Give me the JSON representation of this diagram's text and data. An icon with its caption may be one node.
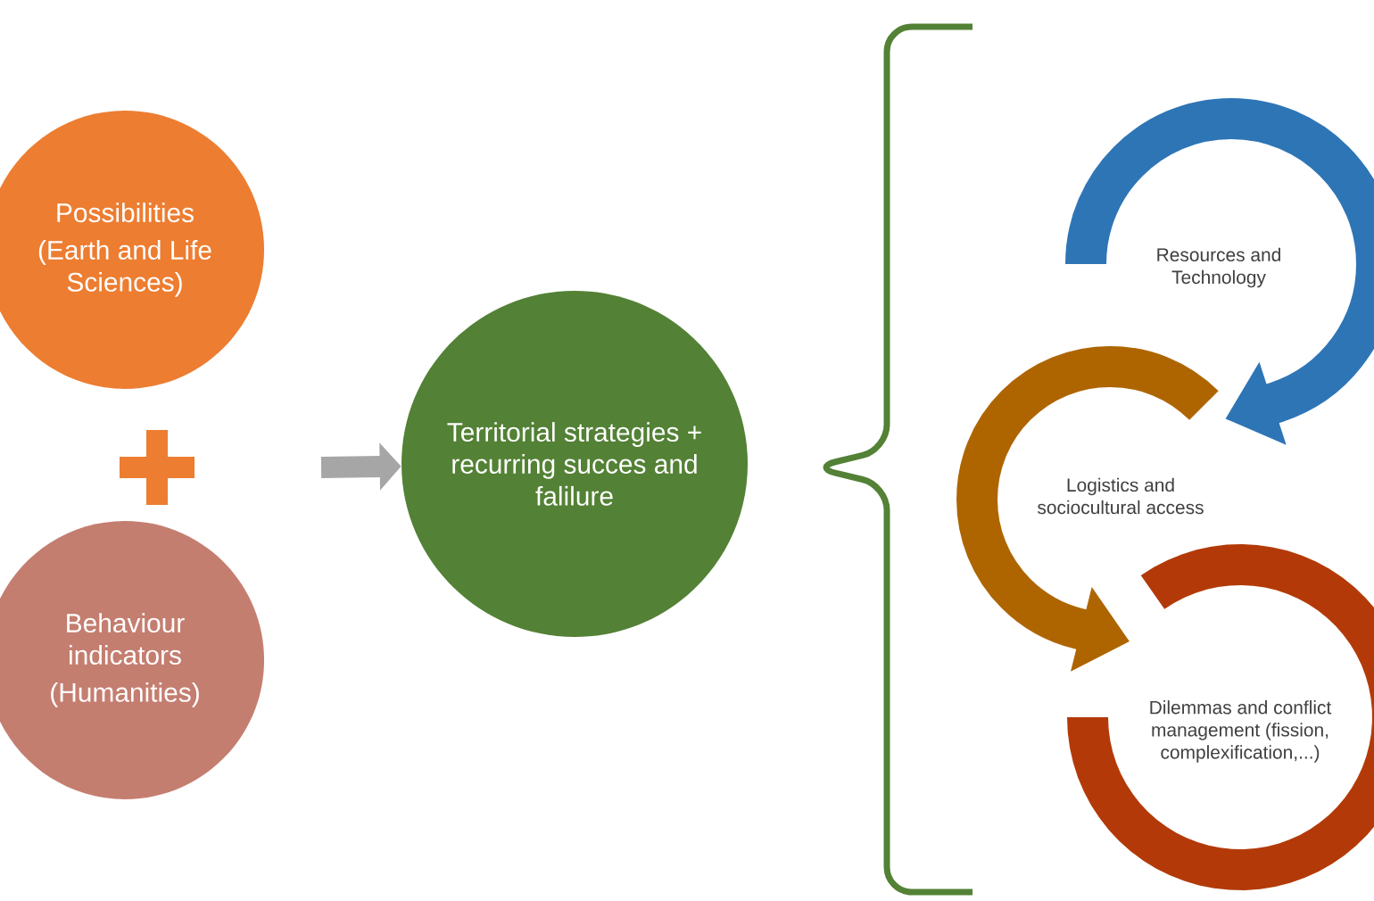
{
  "diagram": {
    "nodes": [
      {
        "text": [
          "Possibilities",
          "(Earth and Life Sciences)"
        ]
      },
      {
        "text": [
          "Behaviour indicators",
          "(Humanities)"
        ]
      },
      {
        "text": [
          "Territorial strategies + recurring succes and falilure"
        ]
      },
      {
        "text": [
          "Resources and Technology"
        ]
      },
      {
        "text": [
          "Logistics and sociocultural access"
        ]
      },
      {
        "text": [
          "Dilemmas and conflict management (fission, complexification,...)"
        ]
      }
    ],
    "edges": [
      {
        "from": null,
        "to": 2,
        "arrow": "to",
        "color": "#a6a6a6"
      },
      {
        "from": 3,
        "to": 4,
        "arrow": "to",
        "color": "#2e75b6"
      },
      {
        "from": 4,
        "to": 5,
        "arrow": "to",
        "color": "#ae6500"
      }
    ]
  }
}
